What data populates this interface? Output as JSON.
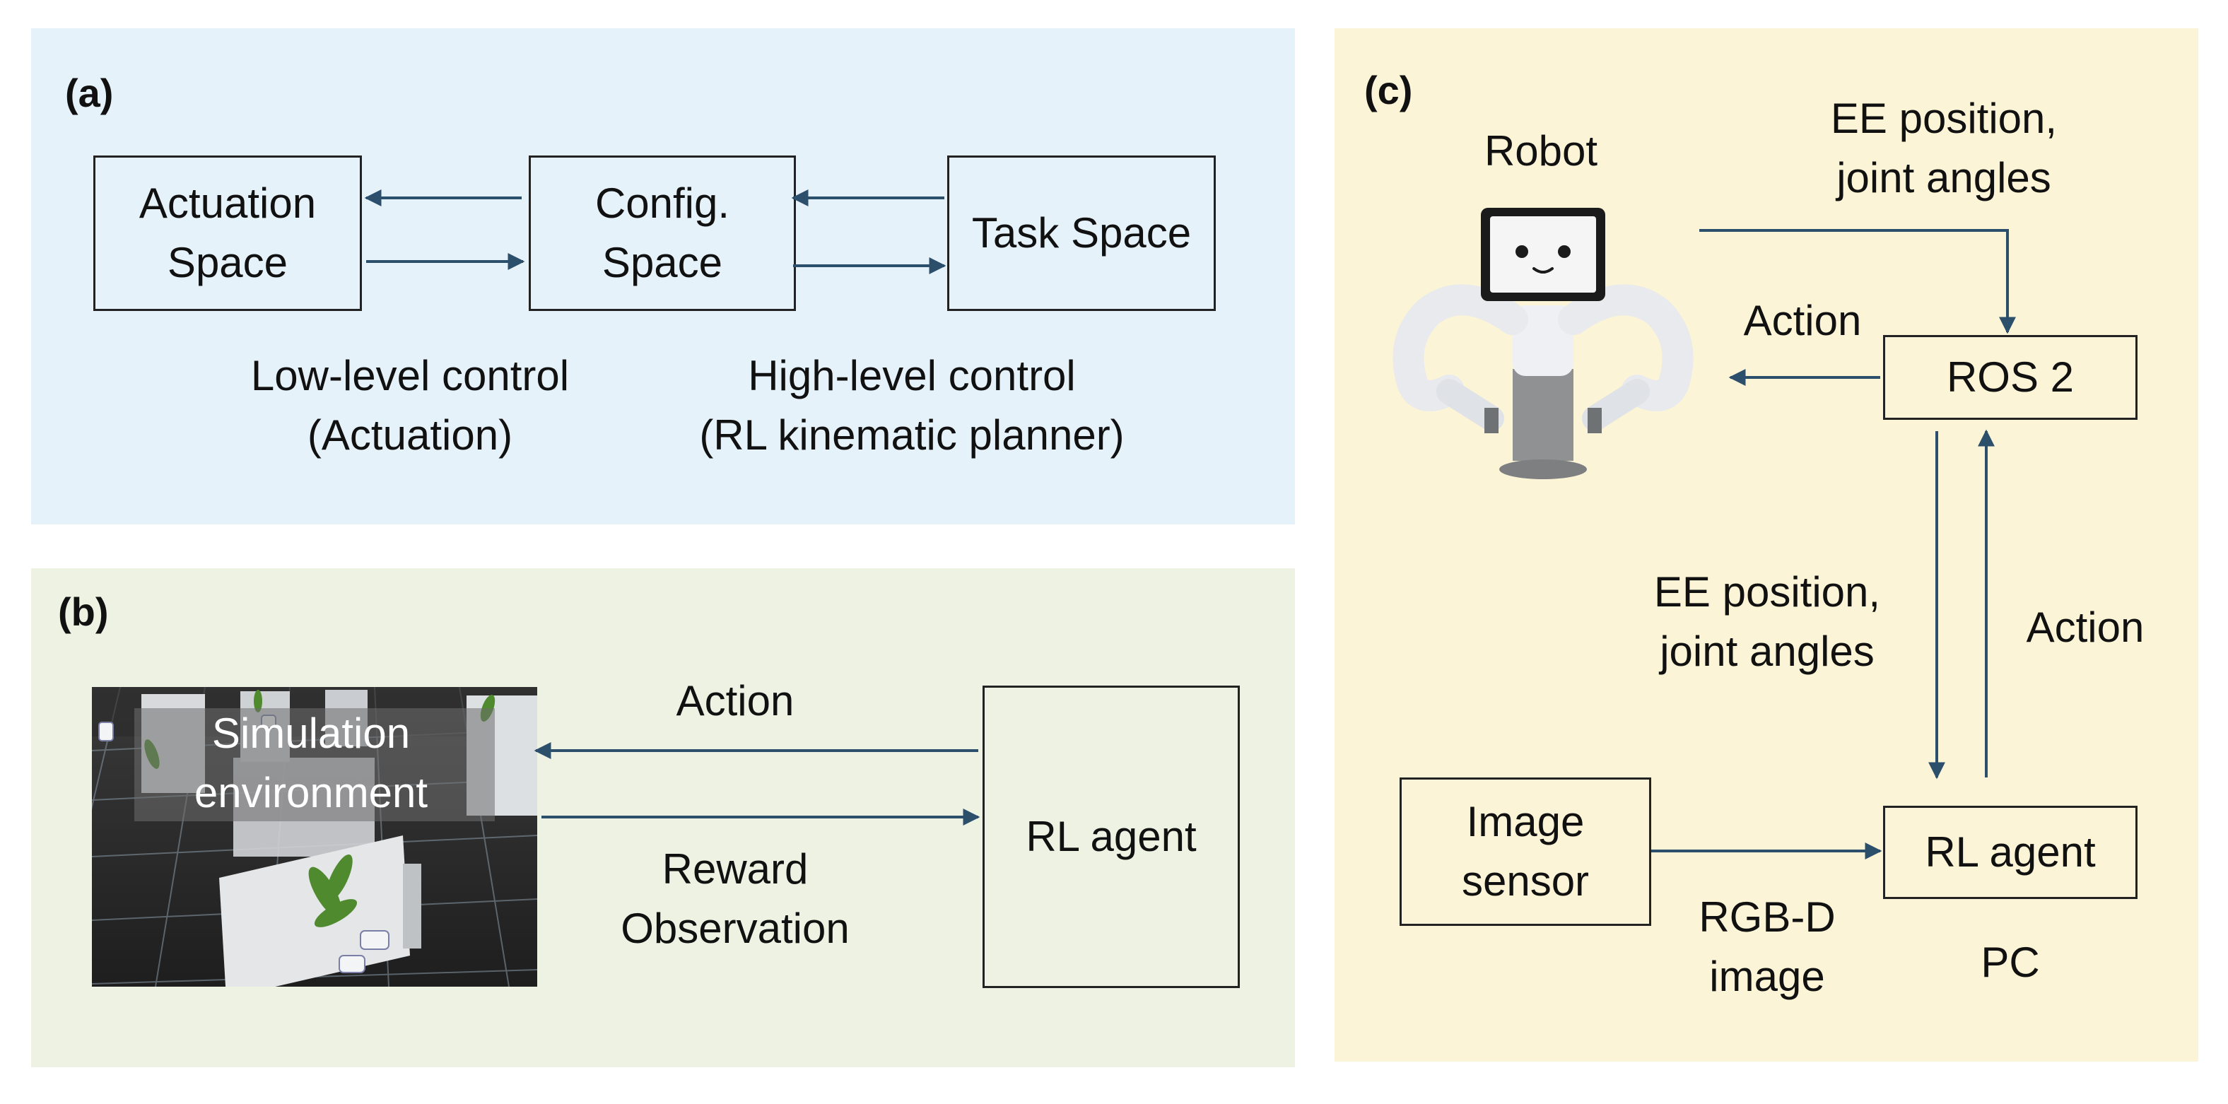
{
  "colors": {
    "panel_a": "#e6f2fa",
    "panel_b": "#eef2e3",
    "panel_c": "#fcf4d6",
    "arrow": "#2c4f6b",
    "box_border": "#222222"
  },
  "panel_a": {
    "tag": "(a)",
    "actuation_space": "Actuation\nSpace",
    "config_space": "Config.\nSpace",
    "task_space": "Task Space",
    "low_level": "Low-level control\n(Actuation)",
    "high_level": "High-level control\n(RL kinematic planner)"
  },
  "panel_b": {
    "tag": "(b)",
    "sim_label": "Simulation\nenvironment",
    "action": "Action",
    "reward_observation": "Reward\nObservation",
    "rl_agent": "RL agent"
  },
  "panel_c": {
    "tag": "(c)",
    "robot": "Robot",
    "ee_top": "EE position,\njoint angles",
    "action_top": "Action",
    "ros2": "ROS 2",
    "ee_mid": "EE position,\njoint angles",
    "action_right": "Action",
    "image_sensor": "Image\nsensor",
    "rl_agent": "RL agent",
    "rgbd": "RGB-D\nimage",
    "pc": "PC"
  }
}
